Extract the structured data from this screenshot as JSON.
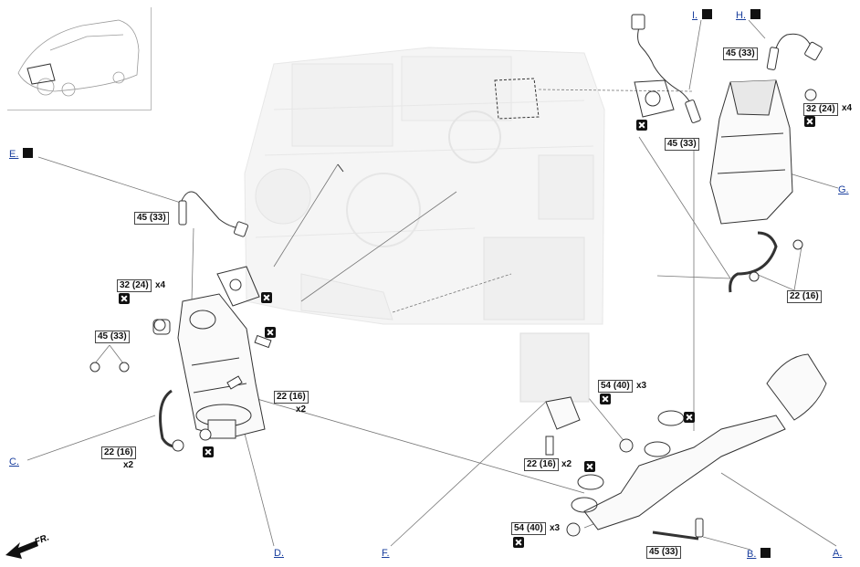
{
  "callouts": {
    "A": "A.",
    "B": "B.",
    "C": "C.",
    "D": "D.",
    "E": "E.",
    "F": "F.",
    "G": "G.",
    "H": "H.",
    "I": "I."
  },
  "torque_labels": {
    "t1": "45 (33)",
    "t2": "45 (33)",
    "t3": "32 (24)",
    "t4": "45 (33)",
    "t5": "32 (24)",
    "t6": "45 (33)",
    "t7": "22 (16)",
    "t8": "22 (16)",
    "t9": "22 (16)",
    "t10": "54 (40)",
    "t11": "22 (16)",
    "t12": "54 (40)",
    "t13": "45 (33)"
  },
  "quantities": {
    "x4": "x4",
    "x2": "x2",
    "x3": "x3"
  },
  "direction_label": "FR.",
  "icons": {
    "non_reusable": "non-reusable-part-icon",
    "oxygen_sensor": "oxygen-sensor-icon",
    "catalytic_converter": "catalytic-converter-icon",
    "front_arrow": "front-direction-arrow-icon"
  }
}
